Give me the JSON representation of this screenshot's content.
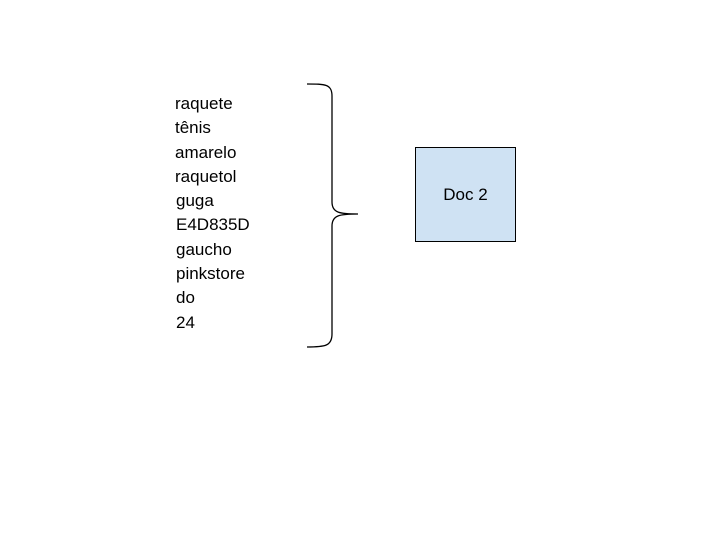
{
  "words": [
    "raquete",
    "tênis",
    "amarelo",
    "raquetol",
    "guga",
    "E4D835D",
    "gaucho",
    "pinkstore",
    "do",
    "24"
  ],
  "doc_box": {
    "label": "Doc 2",
    "fill_color": "#cfe2f3",
    "border_color": "#000000"
  },
  "brace": {
    "shape": "right-curly-brace",
    "color": "#000000"
  },
  "text_color": "#000000"
}
